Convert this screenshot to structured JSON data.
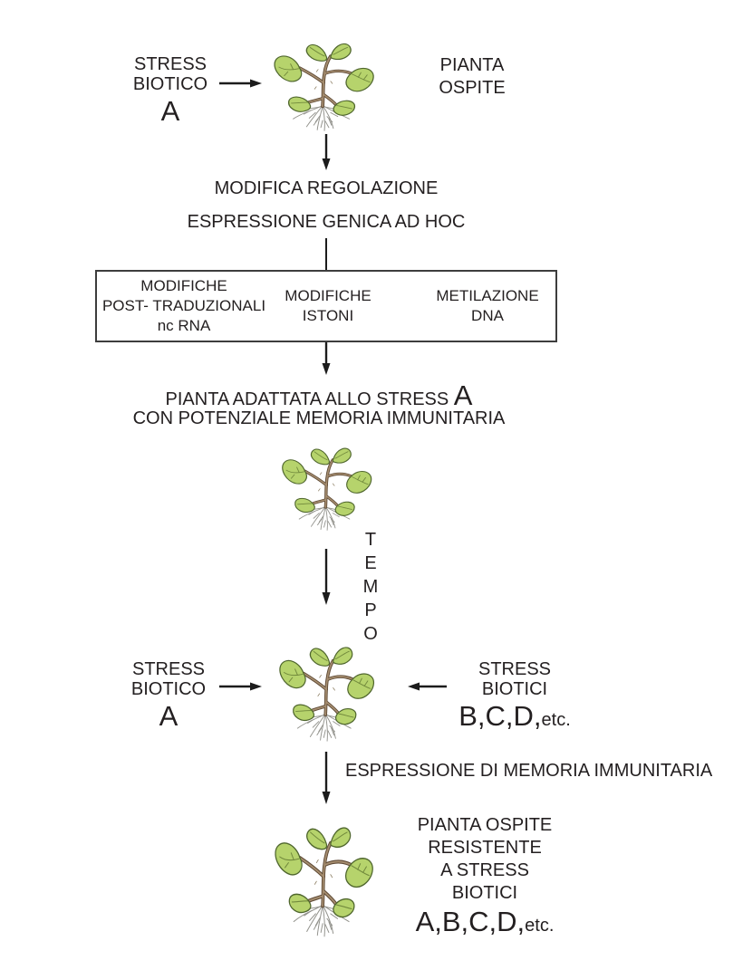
{
  "colors": {
    "text": "#231f20",
    "arrow": "#1c1c1c",
    "box_border": "#3d3d3d",
    "leaf": "#b6d36c",
    "leaf_outline": "#4f662d",
    "stem": "#a68e70",
    "stem_outline": "#5f4a35",
    "root": "#92928c"
  },
  "top": {
    "stress_line1": "STRESS",
    "stress_line2": "BIOTICO",
    "stress_letter": "A",
    "host_line1": "PIANTA",
    "host_line2": "OSPITE"
  },
  "regulation": {
    "line1": "MODIFICA REGOLAZIONE",
    "line2": "ESPRESSIONE GENICA AD HOC"
  },
  "mechanisms": {
    "col1": {
      "line1": "MODIFICHE",
      "line2": "POST- TRADUZIONALI",
      "line3": "nc RNA"
    },
    "col2": {
      "line1": "MODIFICHE",
      "line2": "ISTONI"
    },
    "col3": {
      "line1": "METILAZIONE",
      "line2": "DNA"
    }
  },
  "adapted": {
    "line1_prefix": "PIANTA ADATTATA ALLO STRESS",
    "line1_letter": "A",
    "line2": "CON POTENZIALE MEMORIA IMMUNITARIA"
  },
  "tempo": {
    "label": "TEMPO"
  },
  "challenge": {
    "left_line1": "STRESS",
    "left_line2": "BIOTICO",
    "left_letter": "A",
    "right_line1": "STRESS",
    "right_line2": "BIOTICI",
    "right_letters": "B,C,D,",
    "right_etc": "etc."
  },
  "memory_expression_label": "ESPRESSIONE DI MEMORIA IMMUNITARIA",
  "final": {
    "line1": "PIANTA OSPITE",
    "line2": "RESISTENTE",
    "line3": "A STRESS",
    "line4": "BIOTICI",
    "letters": "A,B,C,D,",
    "etc": "etc."
  }
}
